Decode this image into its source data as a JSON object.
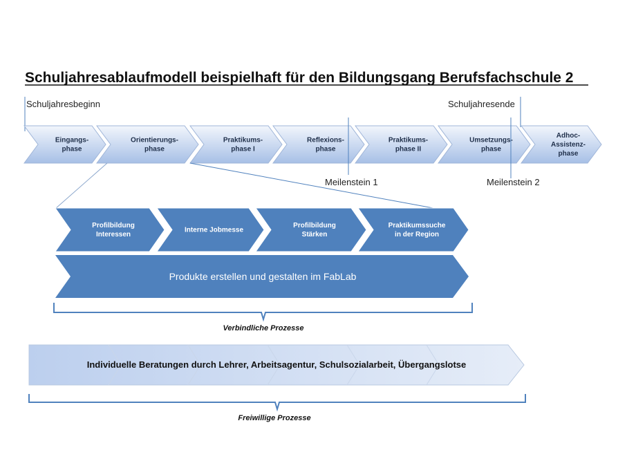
{
  "title": "Schuljahresablaufmodell beispielhaft für den Bildungsgang Berufsfachschule 2",
  "markers": {
    "start": "Schuljahresbeginn",
    "end": "Schuljahresende",
    "milestone1": "Meilenstein 1",
    "milestone2": "Meilenstein 2"
  },
  "phases": [
    [
      "Eingangs-",
      "phase"
    ],
    [
      "Orientierungs-",
      "phase"
    ],
    [
      "Praktikums-",
      "phase I"
    ],
    [
      "Reflexions-",
      "phase"
    ],
    [
      "Praktikums-",
      "phase II"
    ],
    [
      "Umsetzungs-",
      "phase"
    ],
    [
      "Adhoc-",
      "Assistenz-",
      "phase"
    ]
  ],
  "orientation_steps": [
    [
      "Profilbildung",
      "Interessen"
    ],
    [
      "Interne Jobmesse"
    ],
    [
      "Profilbildung",
      "Stärken"
    ],
    [
      "Praktikumssuche",
      "in der Region"
    ]
  ],
  "fablab": "Produkte erstellen und gestalten im FabLab",
  "mandatory_label": "Verbindliche Prozesse",
  "counseling": "Individuelle Beratungen durch Lehrer, Arbeitsagentur, Schulsozialarbeit, Übergangslotse",
  "voluntary_label": "Freiwillige Prozesse",
  "colors": {
    "light_top": "#eef3fb",
    "light_bottom": "#a9c2e8",
    "dark": "#4f81bd"
  }
}
